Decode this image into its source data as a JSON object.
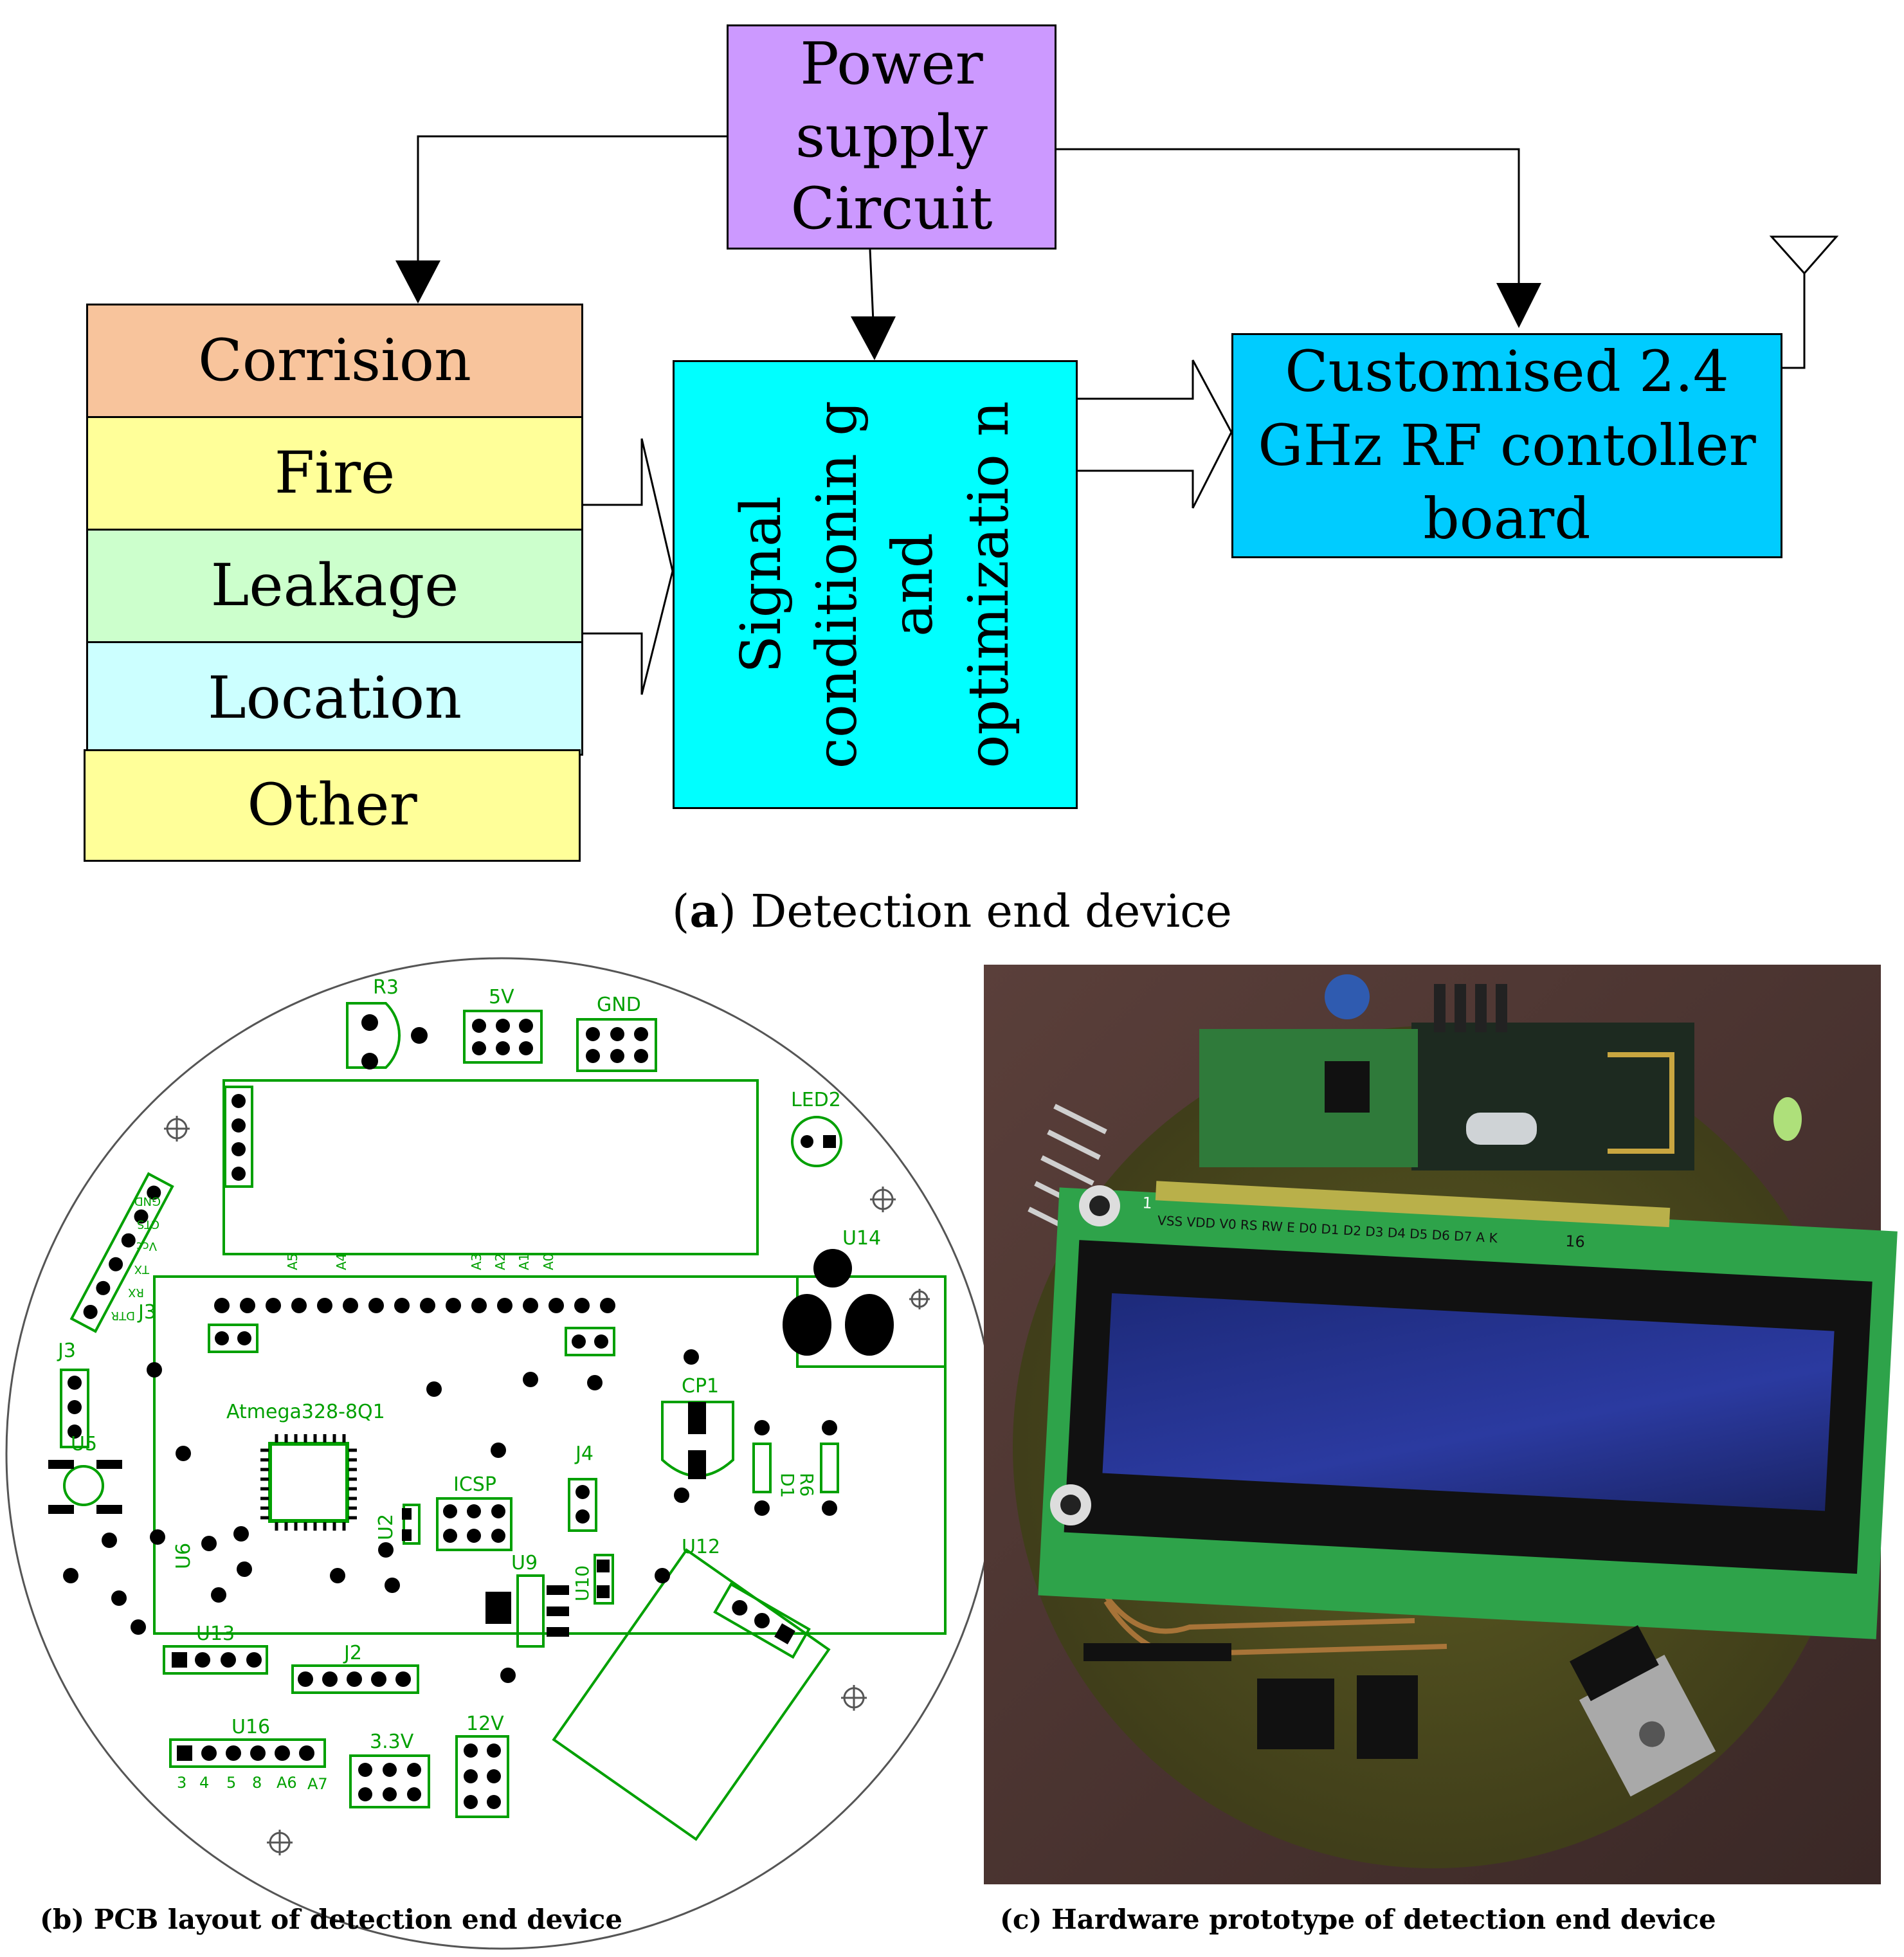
{
  "diagram": {
    "power_supply": "Power supply Circuit",
    "signal_conditioning": "Signal conditionin g and optimizatio n",
    "rf_board": "Customised 2.4 GHz RF contoller board",
    "sensors": [
      {
        "label": "Corrision",
        "color": "#f8c49c"
      },
      {
        "label": "Fire",
        "color": "#ffff99"
      },
      {
        "label": "Leakage",
        "color": "#ccffcc"
      },
      {
        "label": "Location",
        "color": "#ccffff"
      },
      {
        "label": "Other",
        "color": "#ffff99"
      }
    ],
    "colors": {
      "power": "#cc99ff",
      "signal": "#00ffff",
      "rf": "#00ccff"
    }
  },
  "captions": {
    "a_letter": "a",
    "a_text": "Detection end device",
    "b": "(b) PCB layout of detection end device",
    "c": "(c) Hardware prototype of detection end device"
  },
  "pcb": {
    "labels": [
      "R3",
      "5V",
      "GND",
      "LED2",
      "U14",
      "J3",
      "J3",
      "U5",
      "Atmega328-8Q1",
      "CP1",
      "J4",
      "ICSP",
      "U2",
      "U6",
      "U9",
      "U10",
      "U12",
      "R6",
      "D1",
      "U13",
      "J2",
      "U16",
      "3.3V",
      "12V"
    ],
    "header_pins": [
      "3",
      "4",
      "5",
      "8",
      "A6",
      "A7"
    ],
    "analog_pins": [
      "A5",
      "A4",
      "A3",
      "A2",
      "A1",
      "A0"
    ],
    "ftdi_pins": [
      "GND",
      "CTS",
      "Vcc",
      "TX",
      "RX",
      "DTR"
    ]
  },
  "lcd": {
    "pins": "VSS VDD V0 RS RW E D0 D1 D2 D3 D4 D5 D6 D7 A K",
    "pin_first": "1",
    "pin_last": "16"
  }
}
